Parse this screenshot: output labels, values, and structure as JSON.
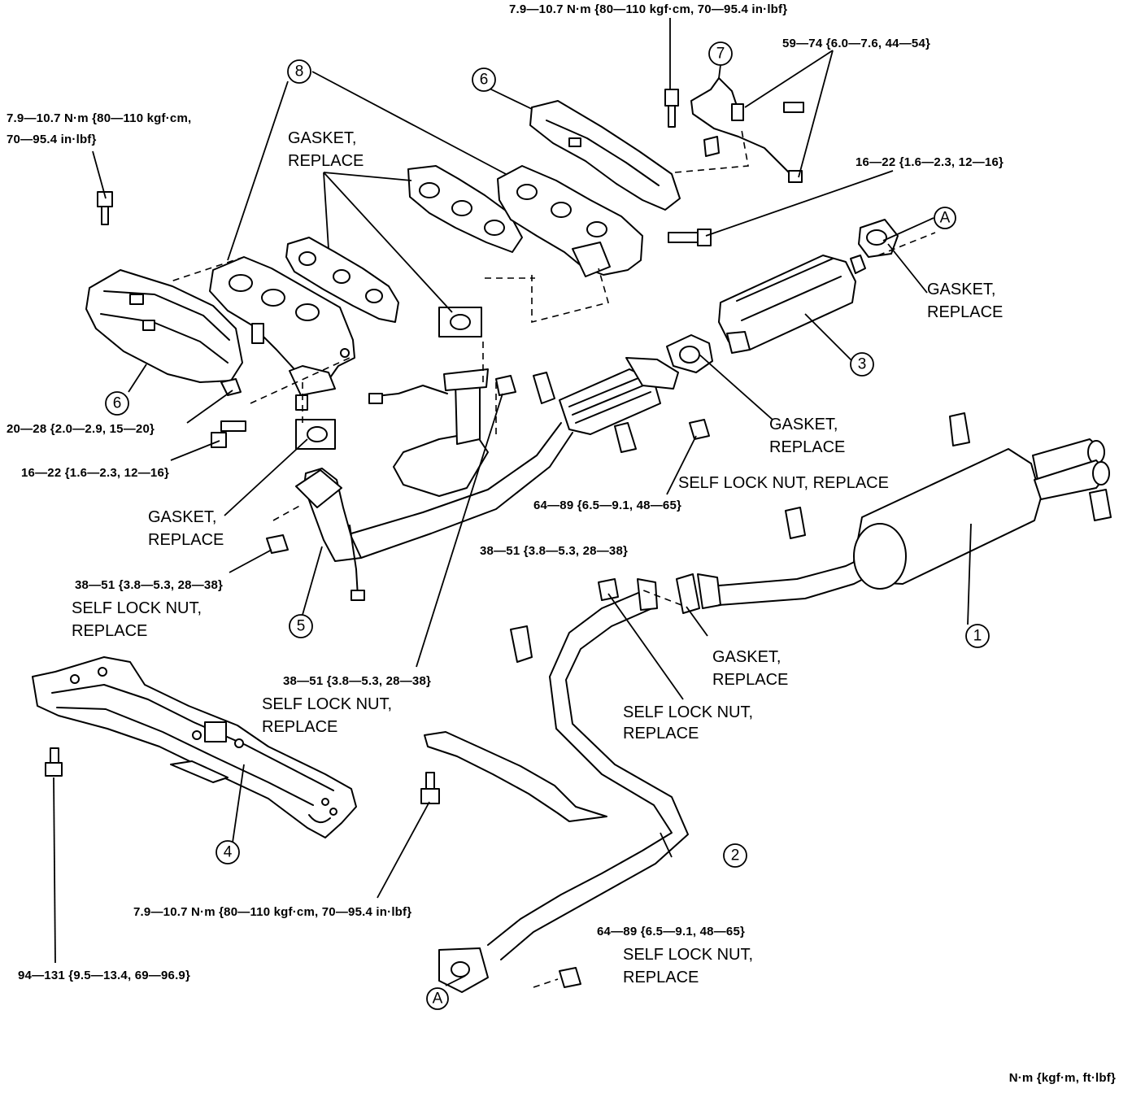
{
  "units_note": "N·m {kgf·m, ft·lbf}",
  "specs": {
    "top_bolt": "7.9—10.7 N·m {80—110 kgf·cm, 70—95.4 in·lbf}",
    "left_bolt_l1": "7.9—10.7 N·m {80—110 kgf·cm,",
    "left_bolt_l2": "70—95.4 in·lbf}",
    "o2_sensor": "59—74 {6.0—7.6, 44—54}",
    "manifold_nut": "16—22 {1.6—2.3, 12—16}",
    "front_manifold_bolt": "20—28 {2.0—2.9, 15—20}",
    "front_manifold_nut": "16—22 {1.6—2.3, 12—16}",
    "converter_nut": "64—89 {6.5—9.1, 48—65}",
    "pipe_nut_left": "38—51 {3.8—5.3, 28—38}",
    "pipe_nut_right": "38—51 {3.8—5.3, 28—38}",
    "pipe_nut_center": "38—51 {3.8—5.3, 28—38}",
    "heat_shield_bolt": "7.9—10.7 N·m {80—110 kgf·cm, 70—95.4 in·lbf}",
    "rear_nut": "64—89 {6.5—9.1, 48—65}",
    "crossmember_bolt": "94—131 {9.5—13.4, 69—96.9}"
  },
  "notes": {
    "gasket": "GASKET,",
    "replace": "REPLACE",
    "self_lock_nut": "SELF LOCK NUT,",
    "self_lock_nut_replace": "SELF LOCK NUT, REPLACE"
  },
  "callouts": {
    "c1": "1",
    "c2": "2",
    "c3": "3",
    "c4": "4",
    "c5": "5",
    "c6_top": "6",
    "c6_left": "6",
    "c7": "7",
    "c8": "8",
    "cA_top": "A",
    "cA_bottom": "A"
  }
}
